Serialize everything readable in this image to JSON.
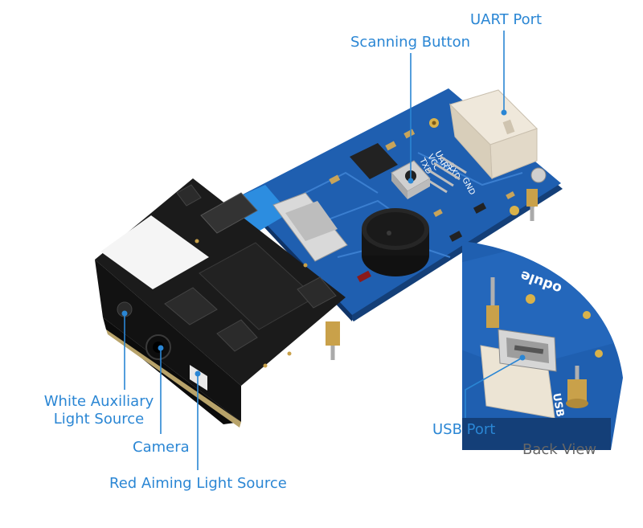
{
  "labels": {
    "uart_port": "UART Port",
    "scanning_button": "Scanning Button",
    "white_light_line1": "White Auxiliary",
    "white_light_line2": "Light Source",
    "camera": "Camera",
    "red_aiming": "Red Aiming Light Source",
    "usb_port": "USB Port",
    "back_view": "Back View"
  },
  "silkscreen": {
    "uart": "UART",
    "vcc": "VCC",
    "txd": "TXD",
    "rxd": "RXD",
    "gnd": "GND",
    "usb": "USB",
    "module": "odule"
  },
  "colors": {
    "label": "#2a86d4",
    "caption": "#666666",
    "pcb": "#1f5fb0",
    "pcb_dark": "#143f78",
    "engine": "#1b1b1b"
  }
}
